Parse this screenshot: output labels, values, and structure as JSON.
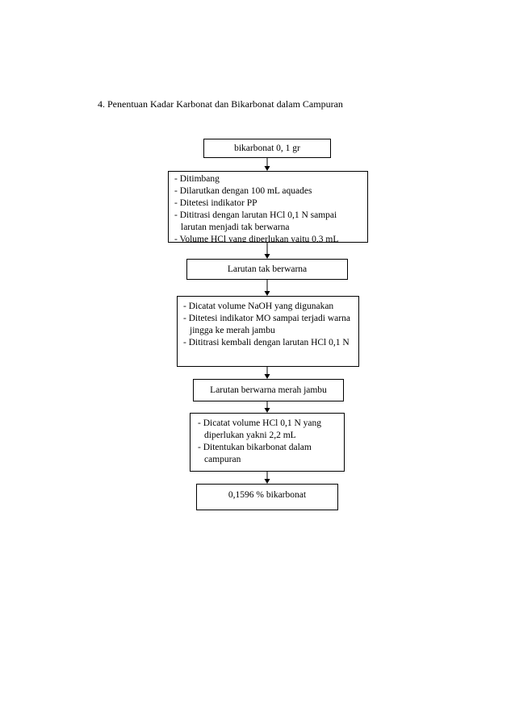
{
  "heading": "4. Penentuan Kadar Karbonat dan Bikarbonat dalam Campuran",
  "flow": {
    "start": "bikarbonat 0, 1 gr",
    "step1": [
      "- Ditimbang",
      "- Dilarutkan dengan 100 mL aquades",
      "- Ditetesi indikator PP",
      "- Dititrasi dengan larutan HCl 0,1 N sampai larutan menjadi tak berwarna",
      "- Volume HCl yang diperlukan yaitu 0,3 mL"
    ],
    "result1": "Larutan tak berwarna",
    "step2": [
      "- Dicatat volume NaOH yang digunakan",
      "- Ditetesi indikator MO sampai terjadi warna jingga ke merah jambu",
      "- Dititrasi kembali dengan larutan HCl 0,1 N"
    ],
    "result2": "Larutan berwarna merah jambu",
    "step3": [
      "- Dicatat volume HCl 0,1 N yang diperlukan yakni 2,2 mL",
      "- Ditentukan bikarbonat dalam campuran"
    ],
    "final": "0,1596 % bikarbonat"
  }
}
